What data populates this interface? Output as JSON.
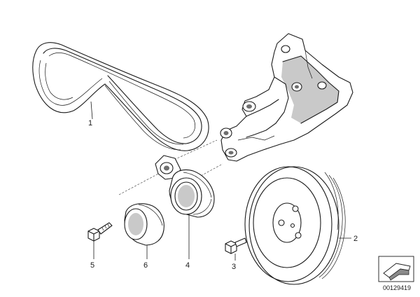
{
  "callouts": {
    "belt": "1",
    "pulley": "2",
    "bolt_pulley": "3",
    "tensioner": "4",
    "bolt_tensioner": "5",
    "idler": "6"
  },
  "drawing_code": "00129419"
}
